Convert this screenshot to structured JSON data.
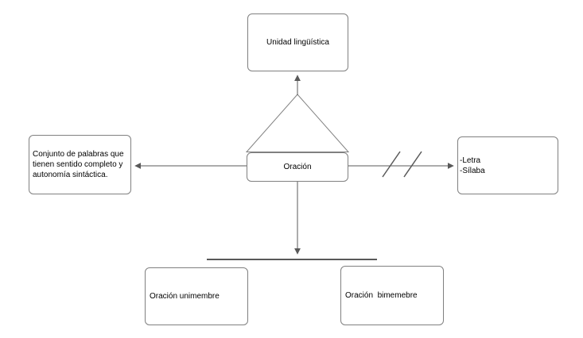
{
  "nodes": {
    "top": {
      "label": "Unidad lingüística"
    },
    "center": {
      "label": "Oración"
    },
    "left": {
      "lines": [
        "Conjunto de palabras que",
        "tienen sentido completo y",
        "autonomía sintáctica."
      ]
    },
    "right": {
      "lines": [
        "-Letra",
        "-Sílaba"
      ]
    },
    "bottom_left": {
      "label": "Oración unimembre"
    },
    "bottom_right": {
      "label": "Oración  bimemebre"
    }
  },
  "colors": {
    "background": "#ffffff",
    "box_border": "#808080",
    "connector": "#595959",
    "text": "#000000"
  }
}
